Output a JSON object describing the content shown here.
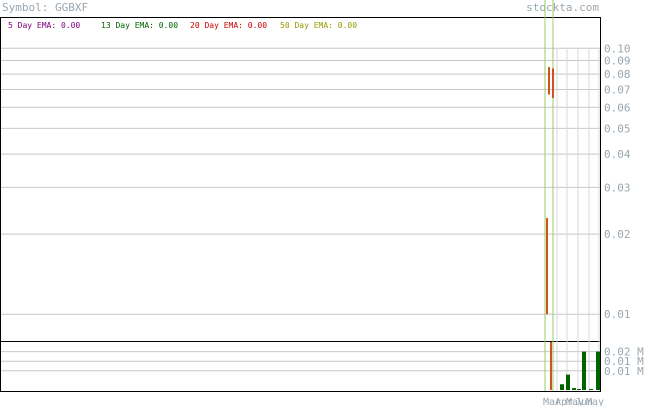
{
  "header": {
    "symbol_label": "Symbol: GGBXF",
    "brand": "stockta.com"
  },
  "legend": [
    {
      "label": "5 Day EMA:",
      "value": "0.00",
      "color": "#800080"
    },
    {
      "label": "13 Day EMA:",
      "value": "0.00",
      "color": "#006400"
    },
    {
      "label": "20 Day EMA:",
      "value": "0.00",
      "color": "#cc0000"
    },
    {
      "label": "50 Day EMA:",
      "value": "0.00",
      "color": "#999900"
    }
  ],
  "colors": {
    "axis_text": "#9aa7b0",
    "grid": "#c8c8c8",
    "frame": "#000000",
    "candle": "#d2521e",
    "ema_line": "#99cc66",
    "volume": "#006400"
  },
  "chart_data": [
    {
      "type": "line",
      "title": "",
      "y_scale": "log",
      "ylim": [
        0.008,
        0.13
      ],
      "y_ticks": [
        0.1,
        0.09,
        0.08,
        0.07,
        0.06,
        0.05,
        0.04,
        0.03,
        0.02,
        0.01
      ],
      "y_tick_labels": [
        "0.10",
        "0.09",
        "0.08",
        "0.07",
        "0.06",
        "0.05",
        "0.04",
        "0.03",
        "0.02",
        "0.01"
      ],
      "candles": [
        {
          "low": 0.01,
          "high": 0.023
        },
        {
          "low": 0.067,
          "high": 0.085
        },
        {
          "low": 0.065,
          "high": 0.084
        }
      ]
    },
    {
      "type": "bar",
      "title": "Volume",
      "ylim": [
        0,
        0.025
      ],
      "y_tick_labels": [
        "0.02 M",
        "0.01 M",
        "0.01 M"
      ],
      "y_tick_values": [
        0.02,
        0.015,
        0.01
      ],
      "values": [
        0.003,
        0.008,
        0.001,
        0.0005,
        0.02,
        0.0005,
        0.02
      ]
    }
  ],
  "x_axis": {
    "labels": [
      "Mar",
      "Apr",
      "May",
      "Jun",
      "May"
    ]
  }
}
